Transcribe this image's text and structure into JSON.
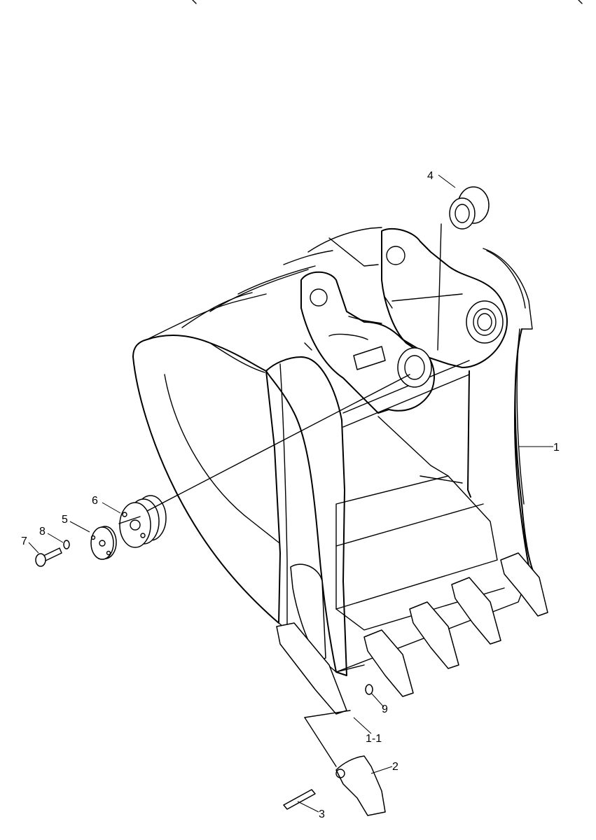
{
  "callouts": {
    "c1": "1",
    "c1_1": "1-1",
    "c2": "2",
    "c3": "3",
    "c4": "4",
    "c5": "5",
    "c6": "6",
    "c7": "7",
    "c8": "8",
    "c9": "9"
  }
}
